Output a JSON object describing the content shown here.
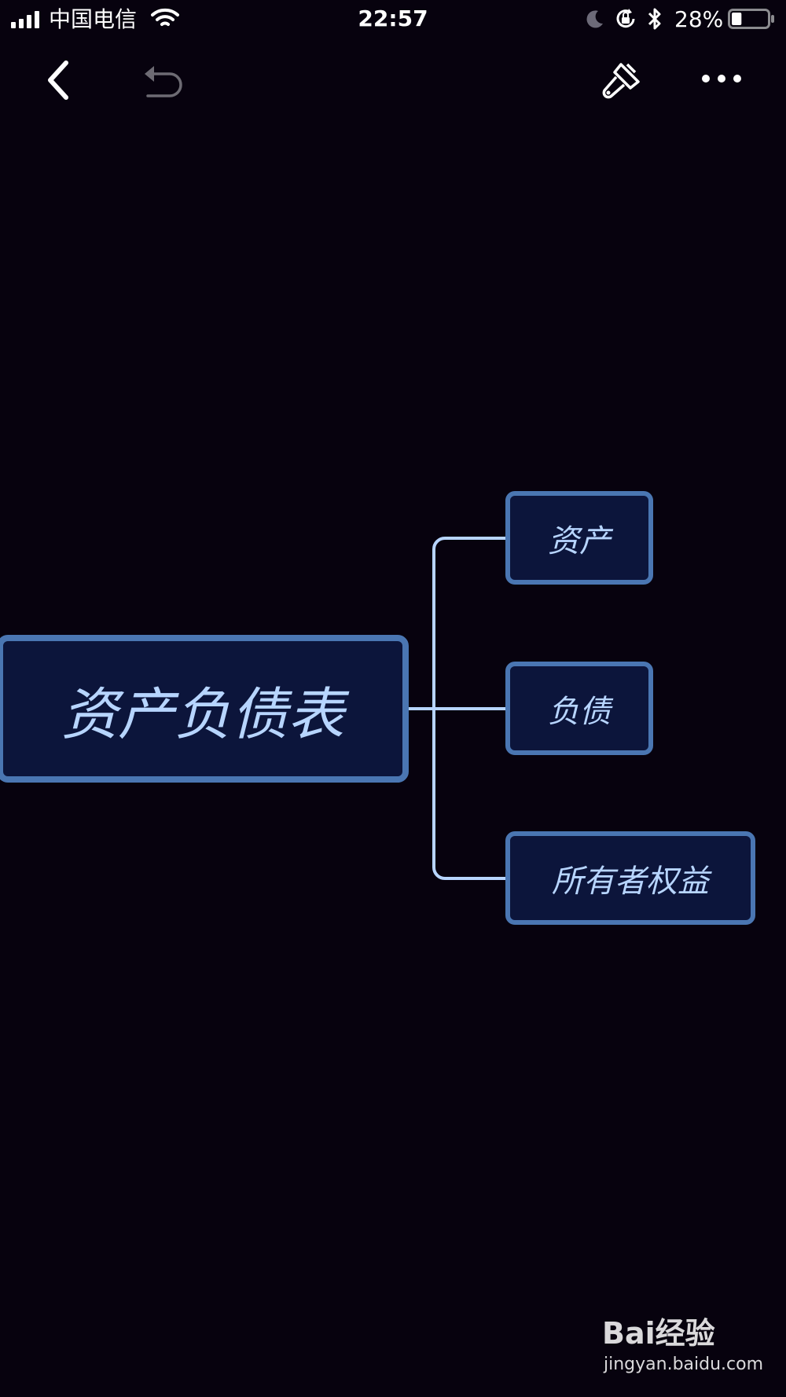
{
  "status_bar": {
    "carrier": "中国电信",
    "time": "22:57",
    "battery_percent": "28%",
    "battery_level": 0.28,
    "icons": [
      "signal-icon",
      "wifi-icon",
      "moon-icon",
      "orientation-lock-icon",
      "bluetooth-icon",
      "battery-icon"
    ]
  },
  "toolbar": {
    "icons": [
      "back-icon",
      "undo-icon",
      "brush-icon",
      "more-icon"
    ]
  },
  "mindmap": {
    "root": "资产负债表",
    "children": [
      "资产",
      "负债",
      "所有者权益"
    ]
  },
  "colors": {
    "background": "#07020e",
    "node_fill": "#0c153b",
    "node_border": "#4a76b2",
    "node_text": "#b7d5ff",
    "connector": "#b7d5ff"
  },
  "watermark": {
    "logo_text": "Bai经验",
    "url": "jingyan.baidu.com"
  }
}
